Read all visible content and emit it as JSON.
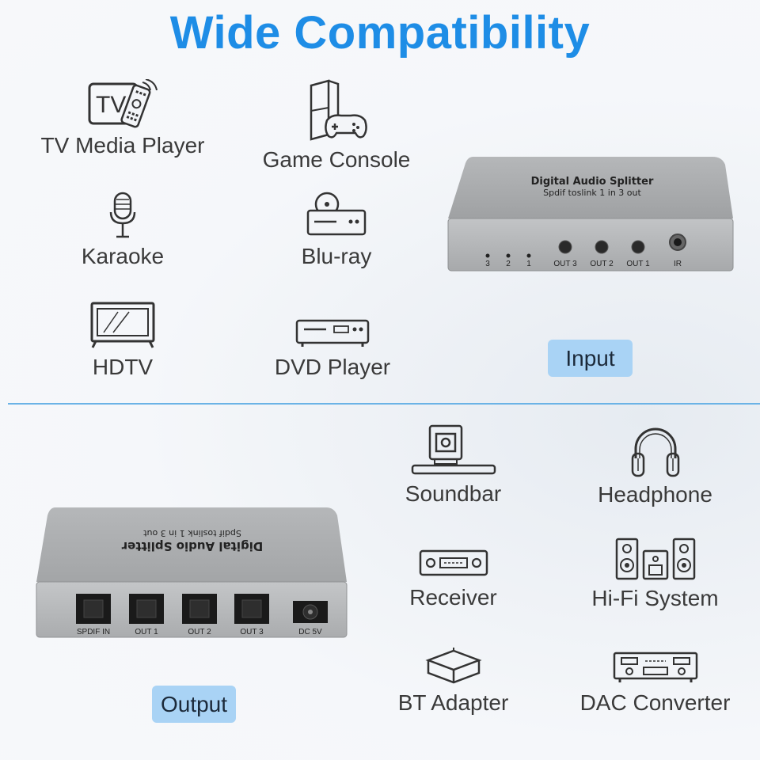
{
  "title": "Wide Compatibility",
  "input_section": {
    "badge": "Input",
    "devices": [
      {
        "label": "TV Media Player",
        "icon": "tv-remote-icon",
        "icon_text": "TV"
      },
      {
        "label": "Game Console",
        "icon": "game-console-icon"
      },
      {
        "label": "Karaoke",
        "icon": "microphone-icon"
      },
      {
        "label": "Blu-ray",
        "icon": "bluray-player-icon"
      },
      {
        "label": "HDTV",
        "icon": "hdtv-icon"
      },
      {
        "label": "DVD Player",
        "icon": "dvd-player-icon"
      }
    ],
    "splitter_front": {
      "name": "Digital Audio Splitter",
      "subtitle": "Spdif toslink 1 in 3 out",
      "leds": [
        "3",
        "2",
        "1"
      ],
      "buttons": [
        "OUT 3",
        "OUT 2",
        "OUT 1"
      ],
      "ir_label": "IR"
    }
  },
  "output_section": {
    "badge": "Output",
    "devices": [
      {
        "label": "Soundbar",
        "icon": "soundbar-icon"
      },
      {
        "label": "Headphone",
        "icon": "headphone-icon"
      },
      {
        "label": "Receiver",
        "icon": "receiver-icon"
      },
      {
        "label": "Hi-Fi System",
        "icon": "hifi-speakers-icon"
      },
      {
        "label": "BT Adapter",
        "icon": "bt-adapter-icon"
      },
      {
        "label": "DAC Converter",
        "icon": "dac-converter-icon"
      }
    ],
    "splitter_back": {
      "name": "Digital Audio Splitter",
      "subtitle": "Spdif toslink 1 in 3 out",
      "ports": [
        "SPDIF IN",
        "OUT 1",
        "OUT 2",
        "OUT 3"
      ],
      "power_label": "DC 5V"
    }
  },
  "colors": {
    "title": "#1e8de6",
    "badge": "#a9d3f5",
    "divider": "#6bb3e6",
    "device_body": "#a9abad"
  }
}
